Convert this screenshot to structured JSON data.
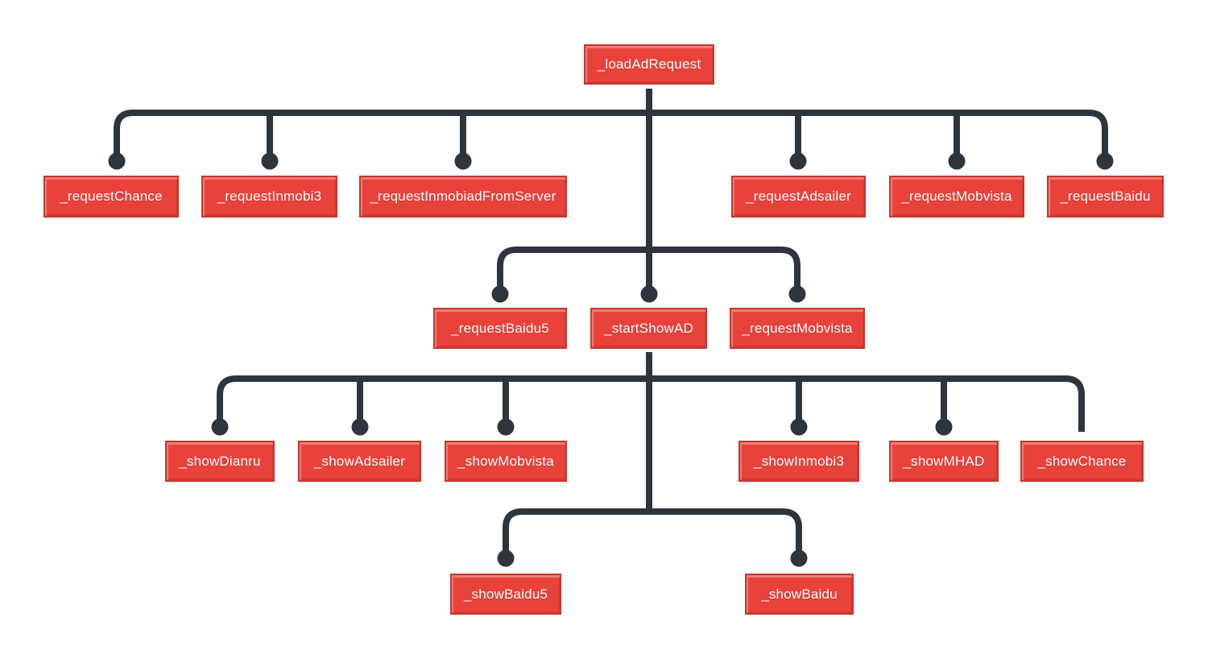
{
  "diagram": {
    "type": "call-tree",
    "colors": {
      "background": "#ffffff",
      "node_fill": "#e9423b",
      "node_border": "#c6372f",
      "node_text": "#ffffff",
      "connector": "#2e353c"
    },
    "levels": 5
  },
  "nodes": [
    {
      "label": "_loadAdRequest",
      "level": 1,
      "parent": null
    },
    {
      "label": "_requestChance",
      "level": 2,
      "parent": "_loadAdRequest"
    },
    {
      "label": "_requestInmobi3",
      "level": 2,
      "parent": "_loadAdRequest"
    },
    {
      "label": "_requestInmobiadFromServer",
      "level": 2,
      "parent": "_loadAdRequest"
    },
    {
      "label": "_requestAdsailer",
      "level": 2,
      "parent": "_loadAdRequest"
    },
    {
      "label": "_requestMobvista",
      "level": 2,
      "parent": "_loadAdRequest"
    },
    {
      "label": "_requestBaidu",
      "level": 2,
      "parent": "_loadAdRequest"
    },
    {
      "label": "_requestBaidu5",
      "level": 3,
      "parent": "_loadAdRequest"
    },
    {
      "label": "_startShowAD",
      "level": 3,
      "parent": "_loadAdRequest"
    },
    {
      "label": "_requestMobvista",
      "level": 3,
      "parent": "_loadAdRequest"
    },
    {
      "label": "_showDianru",
      "level": 4,
      "parent": "_startShowAD"
    },
    {
      "label": "_showAdsailer",
      "level": 4,
      "parent": "_startShowAD"
    },
    {
      "label": "_showMobvista",
      "level": 4,
      "parent": "_startShowAD"
    },
    {
      "label": "_showInmobi3",
      "level": 4,
      "parent": "_startShowAD"
    },
    {
      "label": "_showMHAD",
      "level": 4,
      "parent": "_startShowAD"
    },
    {
      "label": "_showChance",
      "level": 4,
      "parent": "_startShowAD"
    },
    {
      "label": "_showBaidu5",
      "level": 5,
      "parent": "_startShowAD"
    },
    {
      "label": "_showBaidu",
      "level": 5,
      "parent": "_startShowAD"
    }
  ]
}
